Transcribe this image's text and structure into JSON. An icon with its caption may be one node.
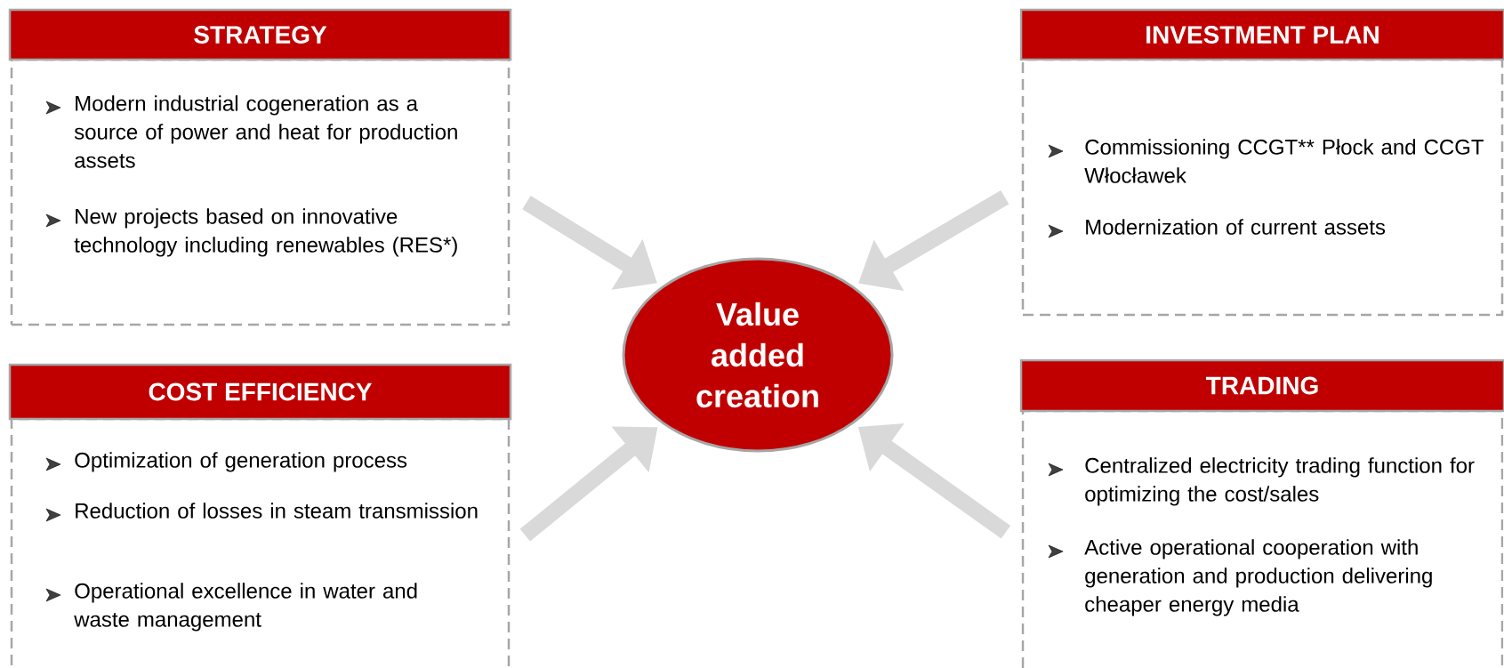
{
  "diagram": {
    "nodes": [
      {
        "text": [
          "STRATEGY",
          "Modern industrial cogeneration as a source of power and heat for production assets",
          "New projects based on innovative technology including renewables (RES*)"
        ]
      },
      {
        "text": [
          "INVESTMENT PLAN",
          "Commissioning CCGT** Płock and CCGT Włocławek",
          "Modernization of current assets"
        ]
      },
      {
        "text": [
          "Value added creation"
        ]
      },
      {
        "text": [
          "COST EFFICIENCY",
          "Optimization of generation process",
          "Reduction of losses in steam transmission",
          "Operational excellence in water and waste management"
        ]
      },
      {
        "text": [
          "TRADING",
          "Centralized electricity trading function for optimizing the cost/sales",
          "Active operational cooperation with generation and production delivering cheaper energy media"
        ]
      }
    ],
    "edges": [
      {
        "from": 0,
        "to": 2,
        "arrow": "to"
      },
      {
        "from": 1,
        "to": 2,
        "arrow": "to"
      },
      {
        "from": 3,
        "to": 2,
        "arrow": "to"
      },
      {
        "from": 4,
        "to": 2,
        "arrow": "to"
      }
    ]
  }
}
